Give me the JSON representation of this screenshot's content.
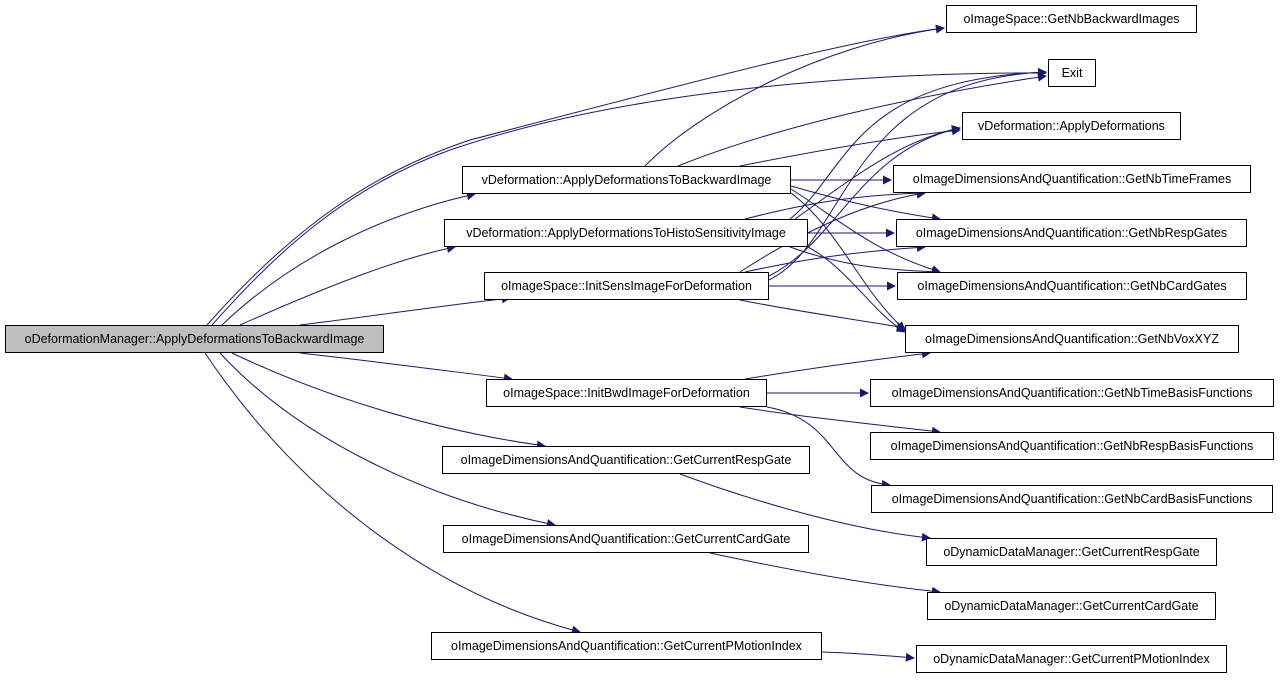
{
  "colors": {
    "edge": "#191970",
    "root_fill": "#bfbfbf",
    "node_fill": "#ffffff",
    "border": "#000000"
  },
  "nodes": {
    "root": "oDeformationManager::ApplyDeformationsToBackwardImage",
    "getNbBackwardImages": "oImageSpace::GetNbBackwardImages",
    "exit": "Exit",
    "applyDeformations": "vDeformation::ApplyDeformations",
    "applyToBackward": "vDeformation::ApplyDeformationsToBackwardImage",
    "getNbTimeFrames": "oImageDimensionsAndQuantification::GetNbTimeFrames",
    "applyToHisto": "vDeformation::ApplyDeformationsToHistoSensitivityImage",
    "getNbRespGates": "oImageDimensionsAndQuantification::GetNbRespGates",
    "initSens": "oImageSpace::InitSensImageForDeformation",
    "getNbCardGates": "oImageDimensionsAndQuantification::GetNbCardGates",
    "getNbVoxXYZ": "oImageDimensionsAndQuantification::GetNbVoxXYZ",
    "initBwd": "oImageSpace::InitBwdImageForDeformation",
    "getNbTimeBasis": "oImageDimensionsAndQuantification::GetNbTimeBasisFunctions",
    "getNbRespBasis": "oImageDimensionsAndQuantification::GetNbRespBasisFunctions",
    "getCurRespGate": "oImageDimensionsAndQuantification::GetCurrentRespGate",
    "getNbCardBasis": "oImageDimensionsAndQuantification::GetNbCardBasisFunctions",
    "getCurCardGate": "oImageDimensionsAndQuantification::GetCurrentCardGate",
    "dynRespGate": "oDynamicDataManager::GetCurrentRespGate",
    "dynCardGate": "oDynamicDataManager::GetCurrentCardGate",
    "getCurPMotion": "oImageDimensionsAndQuantification::GetCurrentPMotionIndex",
    "dynPMotion": "oDynamicDataManager::GetCurrentPMotionIndex"
  }
}
